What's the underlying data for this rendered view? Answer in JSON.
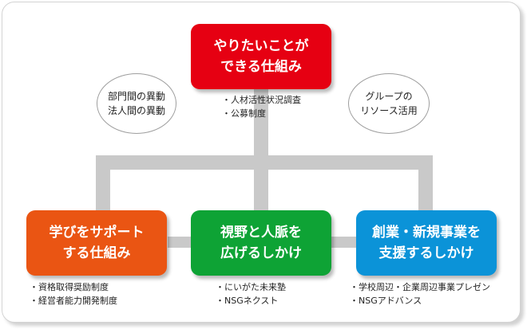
{
  "colors": {
    "top": "#e60012",
    "left": "#ea5513",
    "center": "#0ea335",
    "right": "#0b93d8",
    "connector": "#c9c9c9"
  },
  "top_box": {
    "lines": [
      "やりたいことが",
      "できる仕組み"
    ],
    "bullets": [
      "・人材活性状況調査",
      "・公募制度"
    ]
  },
  "left_oval": {
    "lines": [
      "部門間の異動",
      "法人間の異動"
    ]
  },
  "right_oval": {
    "lines": [
      "グループの",
      "リソース活用"
    ]
  },
  "bottom_boxes": [
    {
      "lines": [
        "学びをサポート",
        "する仕組み"
      ],
      "bullets": [
        "・資格取得奨励制度",
        "・経営者能力開発制度"
      ]
    },
    {
      "lines": [
        "視野と人脈を",
        "広げるしかけ"
      ],
      "bullets": [
        "・にいがた未来塾",
        "・NSGネクスト"
      ]
    },
    {
      "lines": [
        "創業・新規事業を",
        "支援するしかけ"
      ],
      "bullets": [
        "・学校周辺・企業周辺事業プレゼン",
        "・NSGアドバンス"
      ]
    }
  ]
}
